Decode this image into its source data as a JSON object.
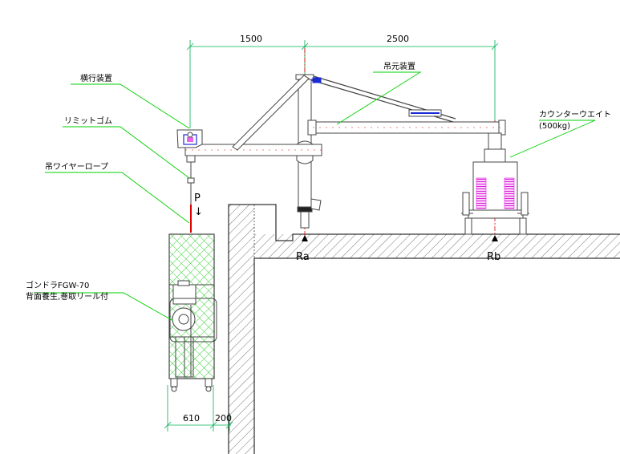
{
  "labels": {
    "traverse_device": "横行装置",
    "limit_rubber": "リミットゴム",
    "wire_rope": "吊ワイヤーロープ",
    "suspension_device": "吊元装置",
    "counterweight": "カウンターウエイト",
    "counterweight_mass": "(500kg)",
    "gondola_model": "ゴンドラFGW-70",
    "gondola_options": "背面養生,巻取リール付"
  },
  "dimensions": {
    "span_left": "1500",
    "span_right": "2500",
    "gondola_width": "610",
    "wall_gap": "200"
  },
  "markers": {
    "load": "P",
    "load_arrow": "↓",
    "reaction_a": "Ra",
    "reaction_b": "Rb"
  },
  "colors": {
    "line": "#000000",
    "structure": "#444444",
    "dimension": "#00b050",
    "leader": "#00d000",
    "axis": "#e00000",
    "accent": "#1a2bd6",
    "mesh": "#22cc22",
    "weight": "#e020e0"
  }
}
